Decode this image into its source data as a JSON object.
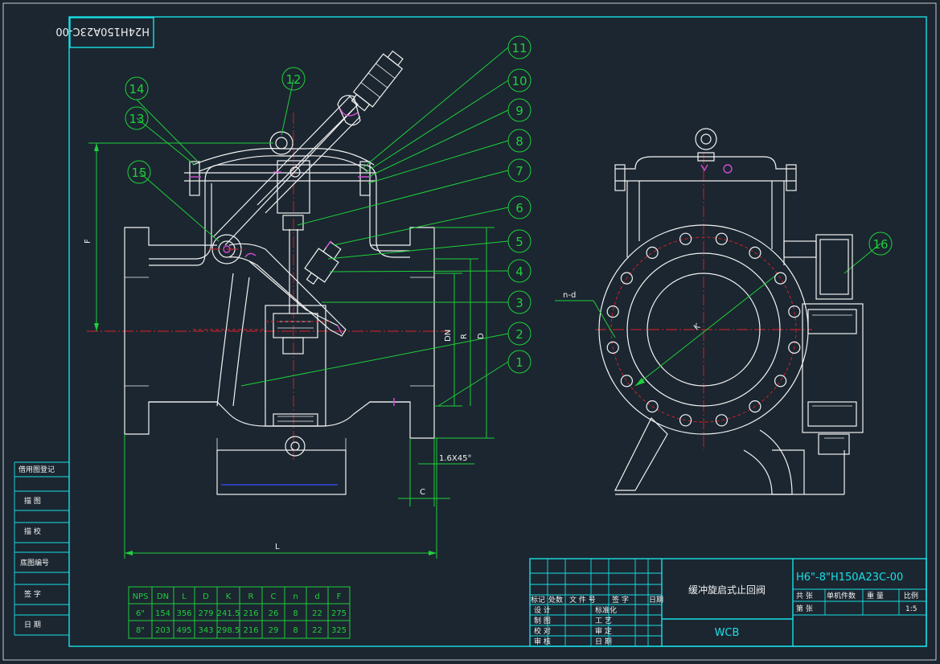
{
  "drawing_code": "H6\"-8\"H150A23C-00",
  "drawing_code_mirrored": "H24H150A23C-00",
  "title_cn": "缓冲旋启式止回阀",
  "material": "WCB",
  "scale": "1:5",
  "callouts": [
    "1",
    "2",
    "3",
    "4",
    "5",
    "6",
    "7",
    "8",
    "9",
    "10",
    "11",
    "12",
    "13",
    "14",
    "15",
    "16"
  ],
  "dim_labels": {
    "F": "F",
    "DN": "DN",
    "R": "R",
    "D": "D",
    "C": "C",
    "L": "L",
    "chamfer": "1.6X45°",
    "nd": "n-d",
    "K": "K"
  },
  "left_strip": [
    "借用图登记",
    "描  图",
    "描  校",
    "底图编号",
    "签  字",
    "日  期"
  ],
  "title_block": {
    "header": [
      "标记",
      "处数",
      "文 件 号",
      "签  字",
      "日期"
    ],
    "rows": [
      [
        "设  计",
        "标准化"
      ],
      [
        "制  图",
        "工  艺"
      ],
      [
        "校  对",
        "审  定"
      ],
      [
        "审  核",
        "日  期"
      ]
    ],
    "meta_labels": [
      "共  张",
      "单机件数",
      "重  量",
      "比例"
    ],
    "sheet_label": "第  张"
  },
  "table": {
    "headers": [
      "NPS",
      "DN",
      "L",
      "D",
      "K",
      "R",
      "C",
      "n",
      "d",
      "F"
    ],
    "rows": [
      [
        "6\"",
        "154",
        "356",
        "279",
        "241.5",
        "216",
        "26",
        "8",
        "22",
        "275"
      ],
      [
        "8\"",
        "203",
        "495",
        "343",
        "298.5",
        "216",
        "29",
        "8",
        "22",
        "325"
      ]
    ]
  }
}
